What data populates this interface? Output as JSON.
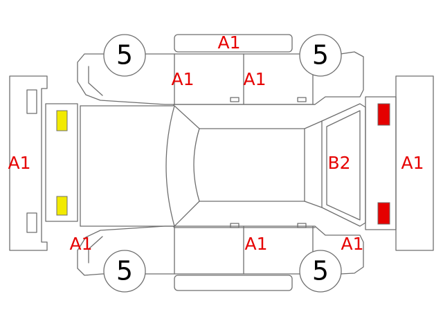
{
  "colors": {
    "line": "#6e6e6e",
    "code_text": "#e60000",
    "tire_text": "#000000",
    "front_lamp": "#f2ea00",
    "rear_lamp": "#e50000"
  },
  "tires": {
    "front_left": "5",
    "rear_left": "5",
    "front_right": "5",
    "rear_right": "5"
  },
  "codes": {
    "roof_top_panel": "A1",
    "front_door_top": "A1",
    "rear_door_top": "A1",
    "front_bumper": "A1",
    "rear_bumper": "A1",
    "back_door": "B2",
    "front_fender_bottom": "A1",
    "door_bottom": "A1",
    "rear_fender_bottom": "A1"
  },
  "lamps": {
    "front": [
      "yellow-square",
      "yellow-square"
    ],
    "rear": [
      "red-square",
      "red-square"
    ]
  }
}
